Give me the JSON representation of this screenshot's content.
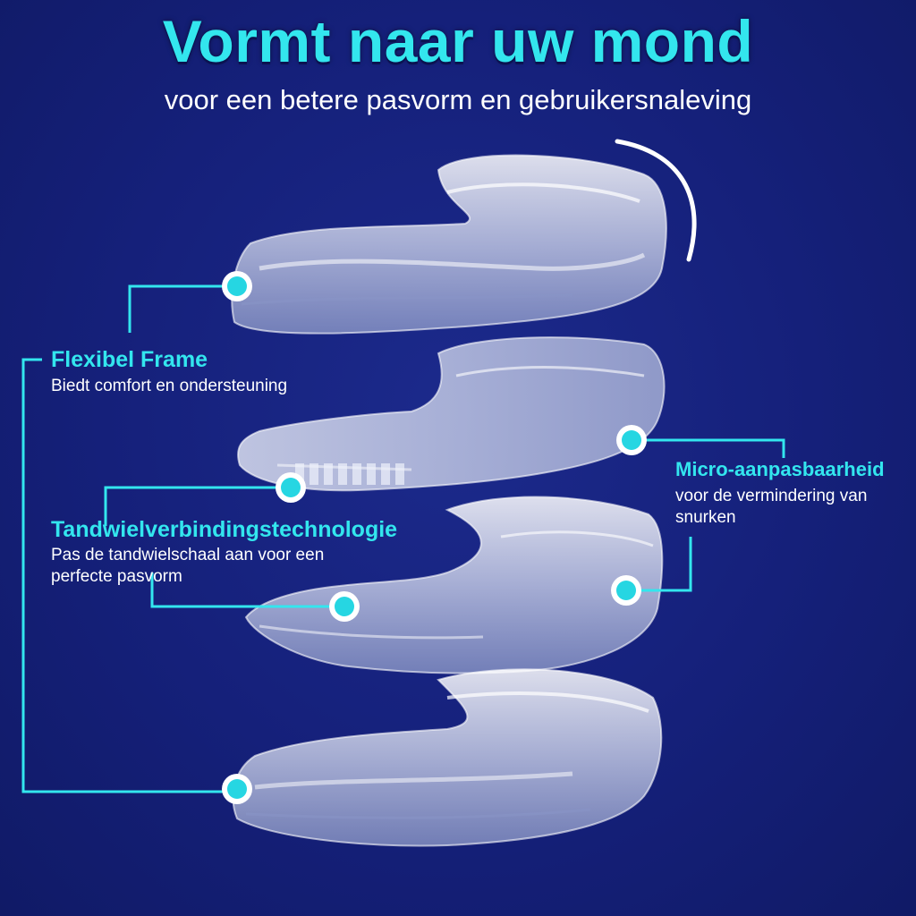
{
  "header": {
    "title": "Vormt naar uw mond",
    "subtitle": "voor een betere pasvorm en gebruikersnaleving"
  },
  "callouts": {
    "flex": {
      "title": "Flexibel Frame",
      "desc": "Biedt comfort en ondersteuning"
    },
    "gear": {
      "title": "Tandwielverbindingstechnologie",
      "desc_line1": "Pas de tandwielschaal aan voor een",
      "desc_line2": "perfecte pasvorm"
    },
    "micro": {
      "title": "Micro-aanpasbaarheid",
      "desc_line1": "voor de vermindering van",
      "desc_line2": "snurken"
    }
  },
  "colors": {
    "accent": "#33e6ee",
    "background": "#15207a",
    "text": "#ffffff"
  }
}
